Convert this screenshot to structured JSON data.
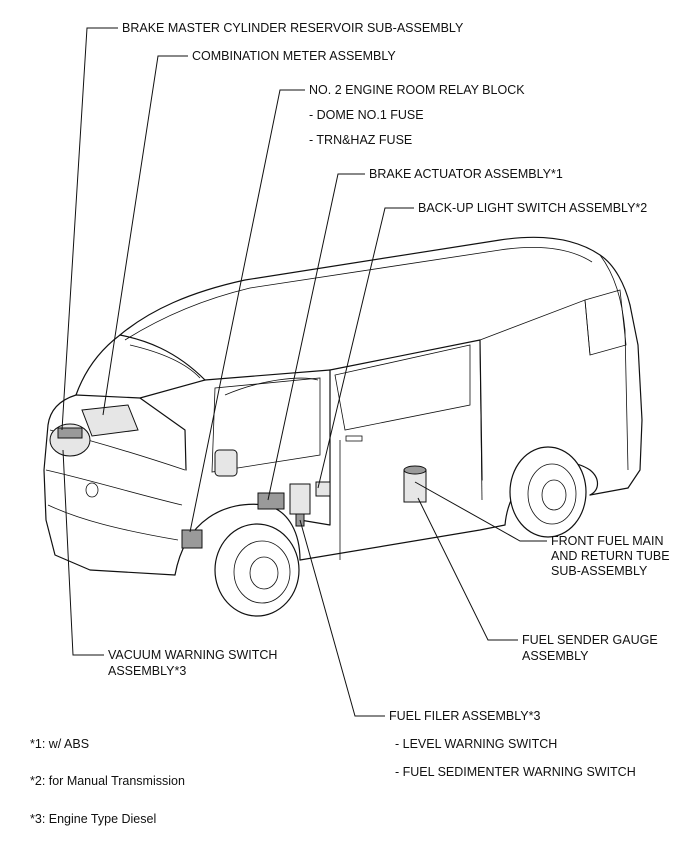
{
  "callouts": {
    "brake_reservoir": "BRAKE MASTER CYLINDER RESERVOIR SUB-ASSEMBLY",
    "combination_meter": "COMBINATION METER ASSEMBLY",
    "relay_block": "NO. 2 ENGINE ROOM RELAY BLOCK",
    "dome_fuse": "- DOME NO.1 FUSE",
    "trn_fuse": "- TRN&HAZ FUSE",
    "brake_actuator": "BRAKE ACTUATOR ASSEMBLY*1",
    "backup_switch": "BACK-UP LIGHT SWITCH ASSEMBLY*2",
    "front_fuel_line1": "FRONT FUEL MAIN",
    "front_fuel_line2": "AND RETURN TUBE",
    "front_fuel_line3": "SUB-ASSEMBLY",
    "fuel_sender_line1": "FUEL SENDER GAUGE",
    "fuel_sender_line2": "ASSEMBLY",
    "vacuum_line1": "VACUUM WARNING SWITCH",
    "vacuum_line2": "ASSEMBLY*3",
    "fuel_filer": "FUEL FILER ASSEMBLY*3",
    "level_switch": "- LEVEL WARNING SWITCH",
    "sedimenter_switch": "- FUEL SEDIMENTER WARNING SWITCH"
  },
  "footnotes": {
    "n1": "*1: w/ ABS",
    "n2": "*2: for Manual Transmission",
    "n3": "*3: Engine Type Diesel"
  }
}
